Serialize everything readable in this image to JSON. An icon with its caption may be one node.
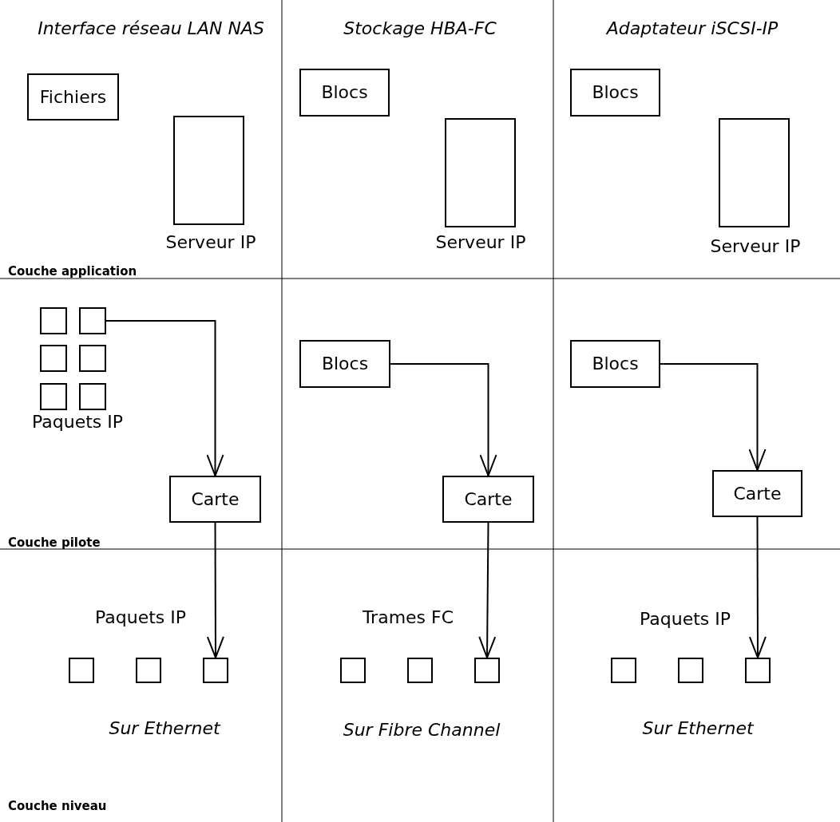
{
  "diagram": {
    "nodes": [
      {
        "text": [
          "Fichiers"
        ]
      },
      {
        "text": [],
        "shape": "box",
        "beside": [
          "Serveur IP"
        ]
      },
      {
        "text": [
          "Blocs"
        ]
      },
      {
        "text": [],
        "shape": "box",
        "beside": [
          "Serveur IP"
        ]
      },
      {
        "text": [
          "Blocs"
        ]
      },
      {
        "text": [],
        "shape": "box",
        "beside": [
          "Serveur IP"
        ]
      },
      {
        "text": [],
        "shape": "box"
      },
      {
        "text": [],
        "shape": "box"
      },
      {
        "text": [],
        "shape": "box"
      },
      {
        "text": [],
        "shape": "box"
      },
      {
        "text": [],
        "shape": "box"
      },
      {
        "text": [],
        "shape": "box"
      },
      {
        "text": [
          "Blocs"
        ]
      },
      {
        "text": [
          "Blocs"
        ]
      },
      {
        "text": [
          "Carte"
        ]
      },
      {
        "text": [
          "Carte"
        ]
      },
      {
        "text": [
          "Carte"
        ]
      },
      {
        "text": [],
        "shape": "box"
      },
      {
        "text": [],
        "shape": "box"
      },
      {
        "text": [],
        "shape": "box"
      },
      {
        "text": [],
        "shape": "box"
      },
      {
        "text": [],
        "shape": "box"
      },
      {
        "text": [],
        "shape": "box"
      },
      {
        "text": [],
        "shape": "box"
      },
      {
        "text": [],
        "shape": "box"
      },
      {
        "text": [],
        "shape": "box"
      }
    ],
    "edges": [
      {
        "from": 7,
        "to": 14,
        "arrow": "to"
      },
      {
        "from": 12,
        "to": 15,
        "arrow": "to"
      },
      {
        "from": 13,
        "to": 16,
        "arrow": "to"
      },
      {
        "from": 14,
        "to": 19,
        "arrow": "to"
      },
      {
        "from": 15,
        "to": 22,
        "arrow": "to"
      },
      {
        "from": 16,
        "to": 25,
        "arrow": "to"
      }
    ],
    "labels": [
      "Interface réseau LAN NAS",
      "Stockage HBA-FC",
      "Adaptateur iSCSI-IP",
      "Couche application",
      "Paquets IP",
      "Couche pilote",
      "Paquets IP",
      "Trames FC",
      "Paquets IP",
      "Sur Ethernet",
      "Sur Fibre Channel",
      "Sur Ethernet",
      "Couche niveau"
    ]
  }
}
